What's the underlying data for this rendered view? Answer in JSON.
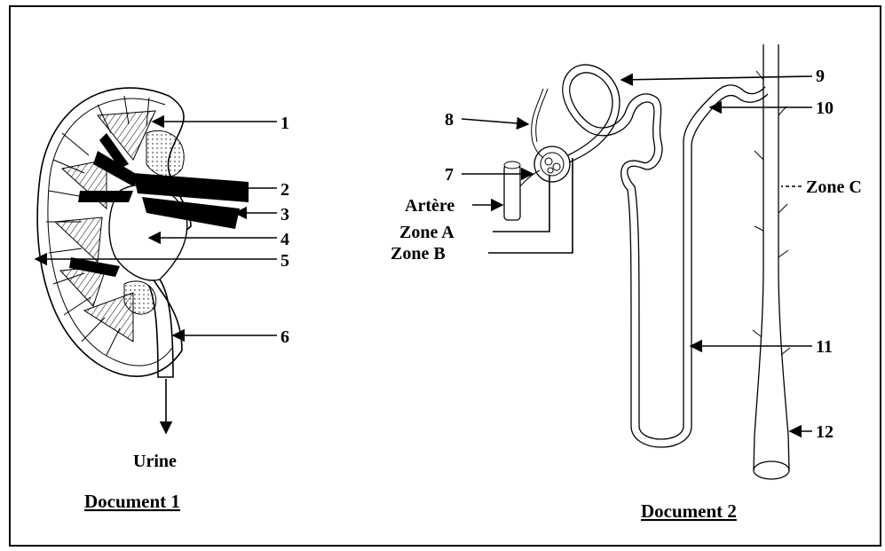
{
  "document1": {
    "caption": "Document 1",
    "labels": [
      "1",
      "2",
      "3",
      "4",
      "5",
      "6"
    ],
    "output_label": "Urine"
  },
  "document2": {
    "caption": "Document 2",
    "labels": [
      "7",
      "8",
      "9",
      "10",
      "11",
      "12"
    ],
    "artery_label": "Artère",
    "zone_a": "Zone A",
    "zone_b": "Zone B",
    "zone_c": "Zone C"
  }
}
